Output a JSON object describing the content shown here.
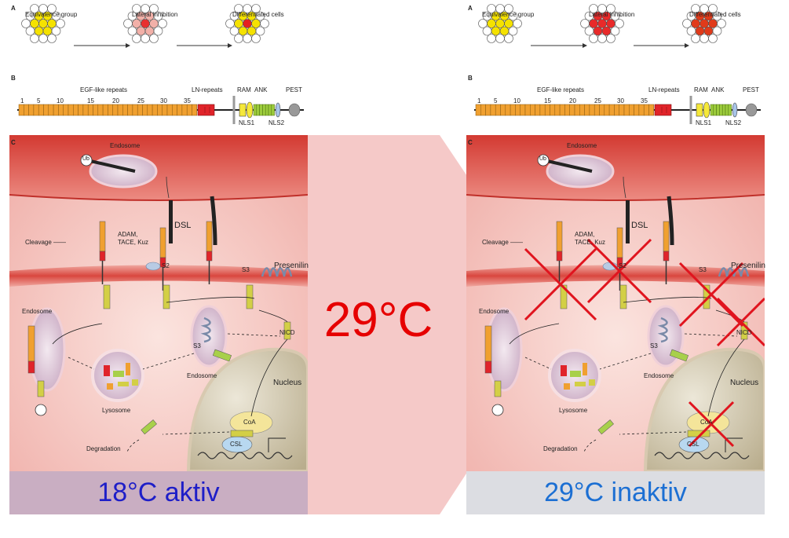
{
  "panels": [
    {
      "id": "left",
      "part_a": {
        "letter": "A",
        "stage1": "Equivalence group",
        "stage2": "Lateral inhibition",
        "stage3": "Differentiated cells"
      },
      "part_b": {
        "letter": "B",
        "egf": "EGF-like repeats",
        "ln": "LN-repeats",
        "ram": "RAM",
        "ank": "ANK",
        "pest": "PEST",
        "nls1": "NLS1",
        "nls2": "NLS2",
        "ticks": [
          "1",
          "5",
          "10",
          "15",
          "20",
          "25",
          "30",
          "35"
        ]
      },
      "part_c": {
        "letter": "C",
        "endosome_top": "Endosome",
        "ub": "Ub",
        "dsl": "DSL",
        "cleavage": "Cleavage ——",
        "adam": "ADAM,",
        "tace": "TACE, Kuz",
        "s2": "S2",
        "s3a": "S3",
        "presenilin": "Presenilin",
        "endosome_left": "Endosome",
        "endosome_mid": "Endosome",
        "s3b": "S3",
        "nicd": "NICD",
        "lysosome": "Lysosome",
        "nucleus": "Nucleus",
        "coa": "CoA",
        "csl": "CSL",
        "degradation": "Degradation"
      },
      "caption": "18°C aktiv"
    },
    {
      "id": "right",
      "part_a": {
        "letter": "A",
        "stage1": "Equivalence group",
        "stage2": "Lateral inhibition",
        "stage3": "Differentiated cells"
      },
      "part_b": {
        "letter": "B",
        "egf": "EGF-like repeats",
        "ln": "LN-repeats",
        "ram": "RAM",
        "ank": "ANK",
        "pest": "PEST",
        "nls1": "NLS1",
        "nls2": "NLS2",
        "ticks": [
          "1",
          "5",
          "10",
          "15",
          "20",
          "25",
          "30",
          "35"
        ]
      },
      "part_c": {
        "letter": "C",
        "endosome_top": "Endosome",
        "ub": "Ub",
        "dsl": "DSL",
        "cleavage": "Cleavage ——",
        "adam": "ADAM,",
        "tace": "TACE, Kuz",
        "s2": "S2",
        "s3a": "S3",
        "presenilin": "Presenilin",
        "endosome_left": "Endosome",
        "endosome_mid": "Endosome",
        "s3b": "S3",
        "nicd": "NICD",
        "lysosome": "Lysosome",
        "nucleus": "Nucleus",
        "coa": "CoA",
        "csl": "CSL",
        "degradation": "Degradation"
      },
      "caption": "29°C inaktiv"
    }
  ],
  "center_label": "29°C",
  "colors": {
    "membrane_red": "#d9473f",
    "cell_pink": "#f6c9c4",
    "cross_red": "#e0141e",
    "egf_orange": "#f0a030",
    "ln_red": "#e0242a",
    "ank_green": "#9ccc3c",
    "caption_left_bg": "#c9aec2",
    "caption_right_bg": "#dcdde2",
    "temp_red": "#e60000"
  },
  "icons": [
    "red-cross-icon",
    "ub-tag-icon",
    "arrow-icon"
  ]
}
